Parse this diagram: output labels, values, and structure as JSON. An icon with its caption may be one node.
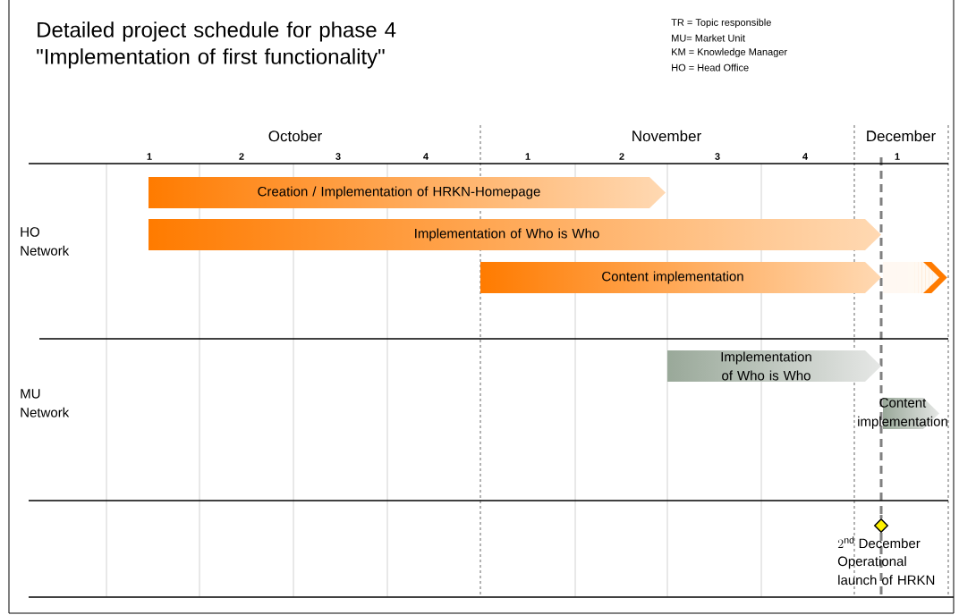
{
  "diagram": {
    "title": "Detailed project schedule for phase 4 \"Implementation of first functionality\"",
    "nodes": [
      {
        "text": [
          "Creation / Implementation of HRKN-Homepage"
        ]
      },
      {
        "text": [
          "Implementation of Who is Who"
        ]
      },
      {
        "text": [
          "Content implementation"
        ]
      },
      {
        "text": [],
        "shape": "bar"
      },
      {
        "text": [
          "Implementation of Who is Who"
        ]
      },
      {
        "text": [
          "Content implementation"
        ]
      },
      {
        "text": [],
        "shape": "diamond",
        "beside": [
          "2^{\\mathrm{nd}}\\mbox{ December}",
          "Operational launch of HRKN"
        ]
      }
    ],
    "labels": [
      "TR = Topic responsible",
      "MU= Market Unit",
      "KM = Knowledge Manager",
      "HO = Head Office",
      "October",
      "November",
      "December",
      "1",
      "2",
      "3",
      "4",
      "1",
      "2",
      "3",
      "4",
      "1",
      "HO Network",
      "MU Network"
    ]
  }
}
